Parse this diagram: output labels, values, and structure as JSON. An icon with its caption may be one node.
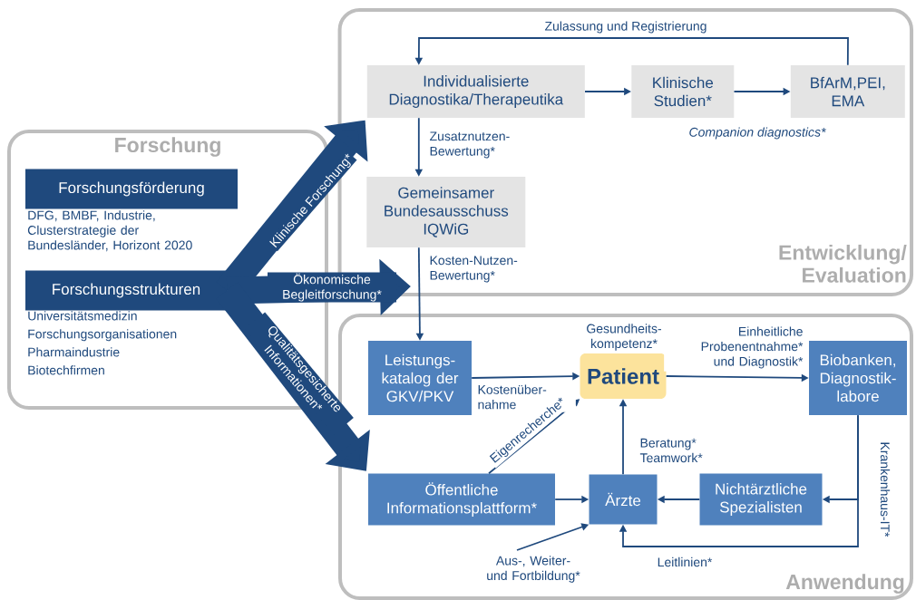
{
  "diagram": {
    "nodes": [
      {
        "text": [
          "Forschung"
        ]
      },
      {
        "text": [
          "Forschungsförderung"
        ],
        "in": 0,
        "beside": [
          "DFG, BMBF, Industrie, Clusterstrategie der Bundesländer, Horizont 2020"
        ]
      },
      {
        "text": [
          "Forschungsstrukturen"
        ],
        "in": 0,
        "beside": [
          "Universitätsmedizin",
          "Forschungsorganisationen",
          "Pharmaindustrie",
          "Biotechfirmen"
        ]
      },
      {
        "text": [
          "Entwicklung/ Evaluation"
        ]
      },
      {
        "text": [
          "Individualisierte Diagnostika/Therapeutika"
        ],
        "in": 3
      },
      {
        "text": [
          "Klinische Studien*"
        ],
        "in": 3
      },
      {
        "text": [
          "BfArM,PEI, EMA"
        ],
        "in": 3
      },
      {
        "text": [
          "Gemeinsamer Bundesausschuss IQWiG"
        ],
        "in": 3
      },
      {
        "text": [
          "Anwendung"
        ]
      },
      {
        "text": [
          "Leistungs- katalog der GKV/PKV"
        ],
        "in": 8
      },
      {
        "text": [
          "Patient"
        ],
        "in": 8,
        "beside": [
          "Gesundheits- kompetenz*"
        ]
      },
      {
        "text": [
          "Biobanken, Diagnostik- labore"
        ],
        "in": 8
      },
      {
        "text": [
          "Öffentliche Informationsplattform*"
        ],
        "in": 8
      },
      {
        "text": [
          "Ärzte"
        ],
        "in": 8
      },
      {
        "text": [
          "Nichtärztliche Spezialisten"
        ],
        "in": 8
      }
    ],
    "edges": [
      {
        "from": 6,
        "to": 4,
        "arrow": "to",
        "label": "Zulassung und Registrierung"
      },
      {
        "from": 4,
        "to": 5,
        "arrow": "to"
      },
      {
        "from": 5,
        "to": 6,
        "arrow": "to"
      },
      {
        "from": 4,
        "to": 7,
        "arrow": "to",
        "label": "Zusatznutzen- Bewertung*"
      },
      {
        "from": 7,
        "to": 9,
        "arrow": "to",
        "label": "Kosten-Nutzen- Bewertung*"
      },
      {
        "from": 9,
        "to": 10,
        "arrow": "to",
        "label": "Kostenüber- nahme"
      },
      {
        "from": 10,
        "to": 11,
        "arrow": "to",
        "label": "Einheitliche Probenentnahme* und Diagnostik*"
      },
      {
        "from": 12,
        "to": 10,
        "arrow": "to",
        "label": "Eigenrecherche*"
      },
      {
        "from": 13,
        "to": 10,
        "arrow": "to",
        "label": "Beratung* Teamwork*"
      },
      {
        "from": 12,
        "to": 13,
        "arrow": "to"
      },
      {
        "from": 14,
        "to": 13,
        "arrow": "to"
      },
      {
        "from": 11,
        "to": 14,
        "arrow": "to",
        "label": "Krankenhaus-IT*"
      },
      {
        "from": 11,
        "to": 13,
        "arrow": "to",
        "label": "Leitlinien*"
      },
      {
        "from": null,
        "to": 13,
        "arrow": "to",
        "label": "Aus-, Weiter- und Fortbildung*"
      },
      {
        "from": 2,
        "to": 4,
        "arrow": "to",
        "style": "thick",
        "label": "Klinische Forschung*"
      },
      {
        "from": 2,
        "to": 8,
        "arrow": "to",
        "style": "thick",
        "label": "Ökonomische Begleitforschung*"
      },
      {
        "from": 2,
        "to": 12,
        "arrow": "to",
        "style": "thick",
        "label": "Qualitätsgesicherte Informationen*"
      }
    ],
    "labels": [
      "Companion diagnostics*"
    ]
  }
}
